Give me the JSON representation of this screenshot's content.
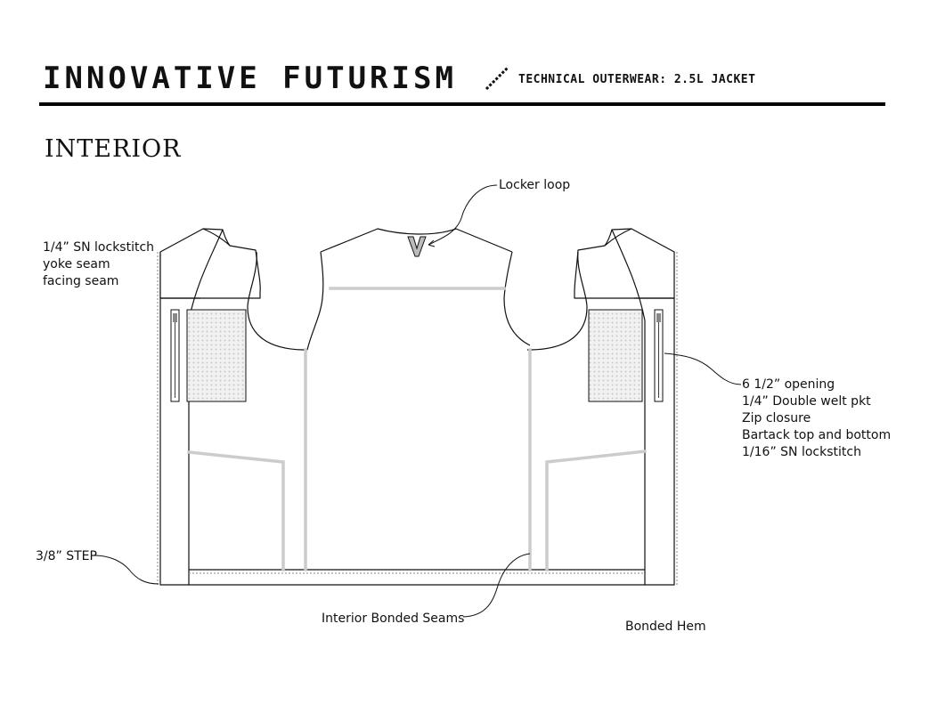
{
  "header": {
    "brand": "INNOVATIVE FUTURISM",
    "subtitle": "TECHNICAL OUTERWEAR: 2.5L JACKET"
  },
  "section_title": "INTERIOR",
  "callouts": {
    "locker_loop": "Locker loop",
    "lockstitch": [
      "1/4” SN lockstitch",
      "yoke seam",
      "facing seam"
    ],
    "pocket": [
      "6 1/2” opening",
      "1/4” Double welt pkt",
      "Zip closure",
      "Bartack top and bottom",
      "1/16” SN lockstitch"
    ],
    "step": "3/8” STEP",
    "bonded_seams": "Interior Bonded Seams",
    "bonded_hem": "Bonded Hem"
  },
  "colors": {
    "line": "#111111",
    "bonded_seam": "#cccccc",
    "mesh": "#e6e6e6"
  }
}
